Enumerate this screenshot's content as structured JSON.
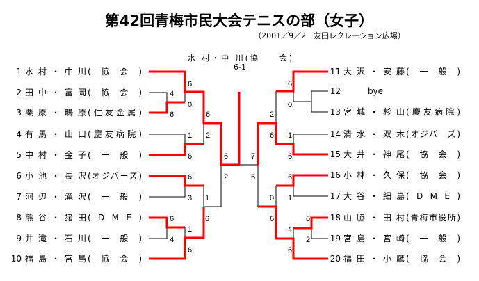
{
  "title": "第42回青梅市民大会テニスの部（女子）",
  "subtitle": "（2001／9／2　友田レクレーション広場）",
  "champion": {
    "name": "水 村・中 川(協　　会)",
    "final_score": "6-1"
  },
  "colors": {
    "winner_line": "#ff0000",
    "line": "#000000"
  },
  "players": [
    {
      "num": "1",
      "name": "水村・中川",
      "affil": "(協会)"
    },
    {
      "num": "2",
      "name": "田中・富岡",
      "affil": "(協会)"
    },
    {
      "num": "3",
      "name": "栗原・鴫原",
      "affil": "(住友金属)"
    },
    {
      "num": "4",
      "name": "有馬・山口",
      "affil": "(慶友病院)"
    },
    {
      "num": "5",
      "name": "中村・金子",
      "affil": "(一般)"
    },
    {
      "num": "6",
      "name": "小池・長沢",
      "affil": "(オジバーズ)"
    },
    {
      "num": "7",
      "name": "河辺・滝沢",
      "affil": "(一般)"
    },
    {
      "num": "8",
      "name": "熊谷・猪田",
      "affil": "(DME)"
    },
    {
      "num": "9",
      "name": "井滝・石川",
      "affil": "(一般)"
    },
    {
      "num": "10",
      "name": "福島・宮島",
      "affil": "(協会)"
    },
    {
      "num": "11",
      "name": "大沢・安藤",
      "affil": "(一般)"
    },
    {
      "num": "12",
      "name": "bye",
      "affil": ""
    },
    {
      "num": "13",
      "name": "宮城・杉山",
      "affil": "(慶友病院)"
    },
    {
      "num": "14",
      "name": "清水・双木",
      "affil": "(オジバーズ)"
    },
    {
      "num": "15",
      "name": "大井・神尾",
      "affil": "(協会)"
    },
    {
      "num": "16",
      "name": "小林・久保",
      "affil": "(協会)"
    },
    {
      "num": "17",
      "name": "大谷・細島",
      "affil": "(DME)"
    },
    {
      "num": "18",
      "name": "山脇・田村",
      "affil": "(青梅市役所)"
    },
    {
      "num": "19",
      "name": "宮島・宮崎",
      "affil": "(一般)"
    },
    {
      "num": "20",
      "name": "福田・小鷹",
      "affil": "(協会)"
    }
  ],
  "scores": [
    "6",
    "4",
    "0",
    "6",
    "6",
    "1",
    "2",
    "6",
    "6",
    "2",
    "6",
    "3",
    "1",
    "6",
    "6",
    "1",
    "4",
    "6",
    "6",
    "0",
    "2",
    "1",
    "6",
    "6",
    "7",
    "6",
    "6",
    "0",
    "1",
    "6",
    "6",
    "4",
    "2",
    "6"
  ]
}
